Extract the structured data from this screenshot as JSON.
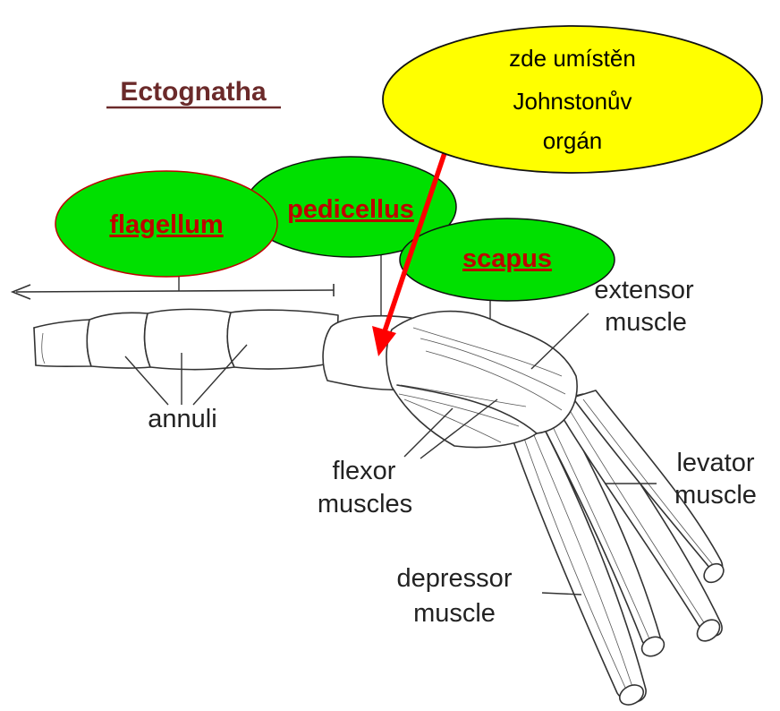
{
  "title": "Ectognatha",
  "bubbles": {
    "flagellum": "flagellum",
    "pedicellus": "pedicellus",
    "scapus": "scapus"
  },
  "callout": {
    "line1": "zde umístěn",
    "line2": "Johnstonův",
    "line3": "orgán"
  },
  "labels": {
    "annuli": "annuli",
    "extensor_1": "extensor",
    "extensor_2": "muscle",
    "flexor_1": "flexor",
    "flexor_2": "muscles",
    "levator_1": "levator",
    "levator_2": "muscle",
    "depressor_1": "depressor",
    "depressor_2": "muscle"
  },
  "colors": {
    "title": "#6b2a2a",
    "bubble_fill": "#00e000",
    "bubble_text": "#c00000",
    "callout_fill": "#ffff00",
    "arrow": "#ff0000"
  }
}
